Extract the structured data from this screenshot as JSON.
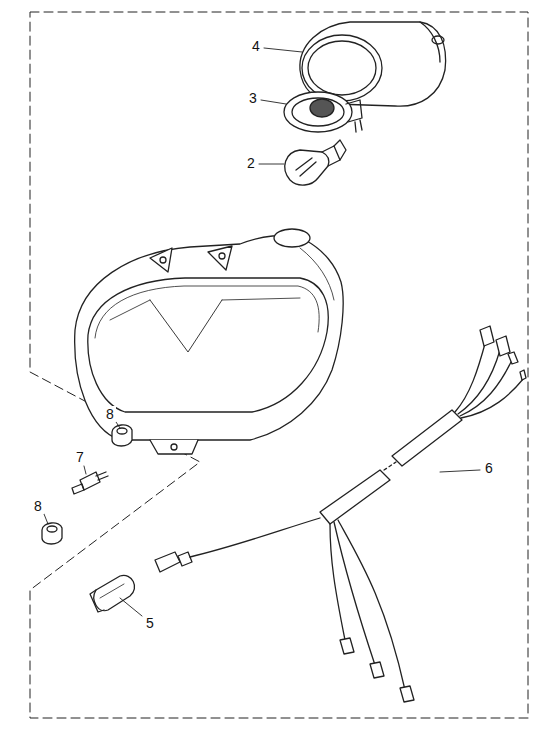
{
  "diagram": {
    "labels": [
      "4",
      "3",
      "2",
      "8",
      "7",
      "8",
      "5",
      "6"
    ]
  }
}
